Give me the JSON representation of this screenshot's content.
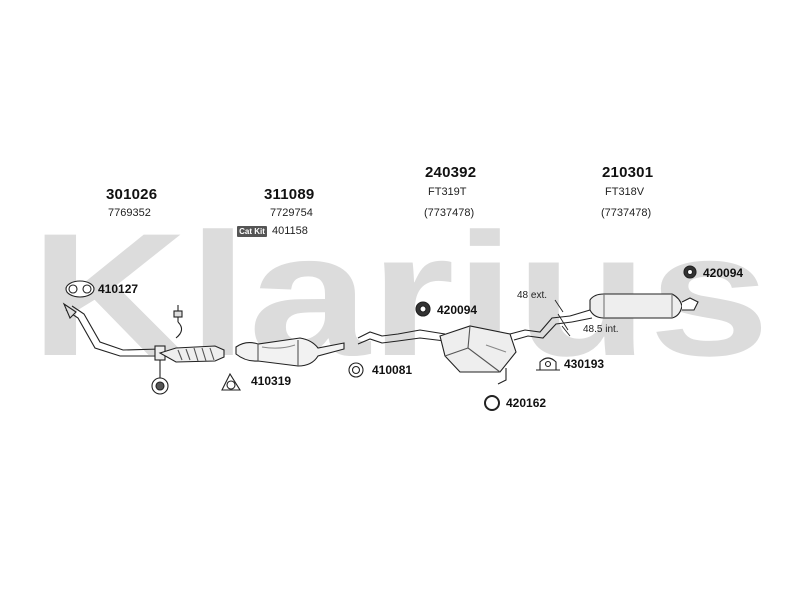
{
  "watermark": {
    "text": "Klarius"
  },
  "assemblies": [
    {
      "part": "301026",
      "ref": "7769352"
    },
    {
      "part": "311089",
      "ref": "7729754"
    },
    {
      "part": "240392",
      "line1": "FT319T",
      "line2": "(7737478)"
    },
    {
      "part": "210301",
      "line1": "FT318V",
      "line2": "(7737478)"
    }
  ],
  "cat_kit": {
    "badge": "Cat Kit",
    "code": "401158"
  },
  "fittings": {
    "gasket_front": "410127",
    "gasket_cat": "410319",
    "ring_mid": "410081",
    "mount_mid": "420094",
    "mount_rear": "420094",
    "clamp_rear": "430193",
    "ring_under": "420162"
  },
  "dimensions": {
    "ext": "48 ext.",
    "int": "48.5 int."
  },
  "colors": {
    "watermark": "#d9d9d9",
    "line": "#222222"
  }
}
